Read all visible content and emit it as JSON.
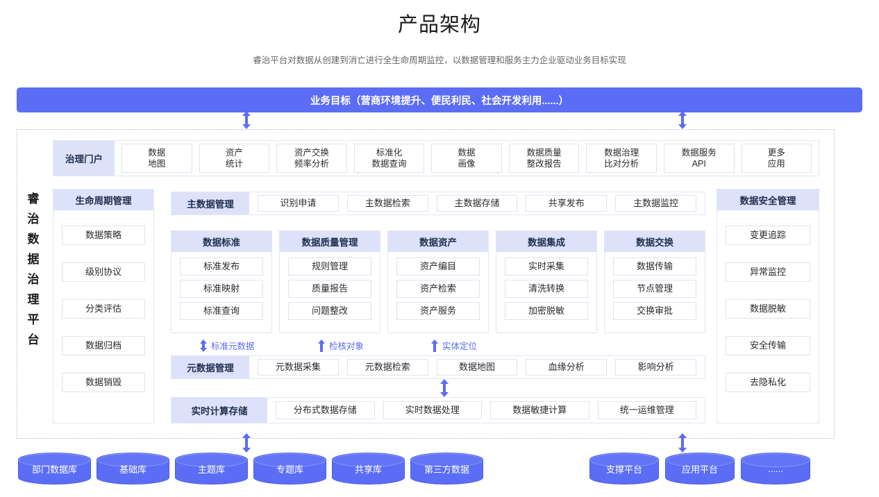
{
  "header": {
    "title": "产品架构",
    "subtitle": "睿治平台对数据从创建到消亡进行全生命周期监控，以数据管理和服务主力企业驱动业务目标实现"
  },
  "goal_banner": {
    "label": "业务目标（营商环境提升、便民利民、社会开发利用......）"
  },
  "platform": {
    "vertical_name": "睿治数据治理平台"
  },
  "portal": {
    "title": "治理门户",
    "items": [
      {
        "line1": "数据",
        "line2": "地图"
      },
      {
        "line1": "资产",
        "line2": "统计"
      },
      {
        "line1": "资产交换",
        "line2": "频率分析"
      },
      {
        "line1": "标准化",
        "line2": "数据查询"
      },
      {
        "line1": "数据",
        "line2": "画像"
      },
      {
        "line1": "数据质量",
        "line2": "整改报告"
      },
      {
        "line1": "数据治理",
        "line2": "比对分析"
      },
      {
        "line1": "数据服务",
        "line2": "API"
      },
      {
        "line1": "更多",
        "line2": "应用"
      }
    ]
  },
  "lifecycle": {
    "title": "生命周期管理",
    "items": [
      "数据策略",
      "级别协议",
      "分类评估",
      "数据归档",
      "数据销毁"
    ]
  },
  "security": {
    "title": "数据安全管理",
    "items": [
      "变更追踪",
      "异常监控",
      "数据脱敏",
      "安全传输",
      "去隐私化"
    ]
  },
  "master_data": {
    "title": "主数据管理",
    "items": [
      "识别申请",
      "主数据检索",
      "主数据存储",
      "共享发布",
      "主数据监控"
    ]
  },
  "mid_columns": [
    {
      "title": "数据标准",
      "items": [
        "标准发布",
        "标准映射",
        "标准查询"
      ]
    },
    {
      "title": "数据质量管理",
      "items": [
        "规则管理",
        "质量报告",
        "问题整改"
      ]
    },
    {
      "title": "数据资产",
      "items": [
        "资产编目",
        "资产检索",
        "资产服务"
      ]
    },
    {
      "title": "数据集成",
      "items": [
        "实时采集",
        "清洗转换",
        "加密脱敏"
      ]
    },
    {
      "title": "数据交换",
      "items": [
        "数据传输",
        "节点管理",
        "交换审批"
      ]
    }
  ],
  "flow_labels": [
    {
      "text": "标准元数据",
      "direction": "bidirectional"
    },
    {
      "text": "检核对象",
      "direction": "up"
    },
    {
      "text": "实体定位",
      "direction": "up"
    }
  ],
  "metadata": {
    "title": "元数据管理",
    "items": [
      "元数据采集",
      "元数据检索",
      "数据地图",
      "血缘分析",
      "影响分析"
    ]
  },
  "realtime": {
    "title": "实时计算存储",
    "items": [
      "分布式数据存储",
      "实时数据处理",
      "数据敏捷计算",
      "统一运维管理"
    ]
  },
  "data_sources": {
    "left": [
      "部门数据库",
      "基础库",
      "主题库",
      "专题库",
      "共享库",
      "第三方数据"
    ],
    "right": [
      "支撑平台",
      "应用平台",
      "......"
    ]
  },
  "colors": {
    "accent": "#5b6cf5",
    "head_fill": "#dde2fa",
    "border": "#e4e7f2"
  }
}
